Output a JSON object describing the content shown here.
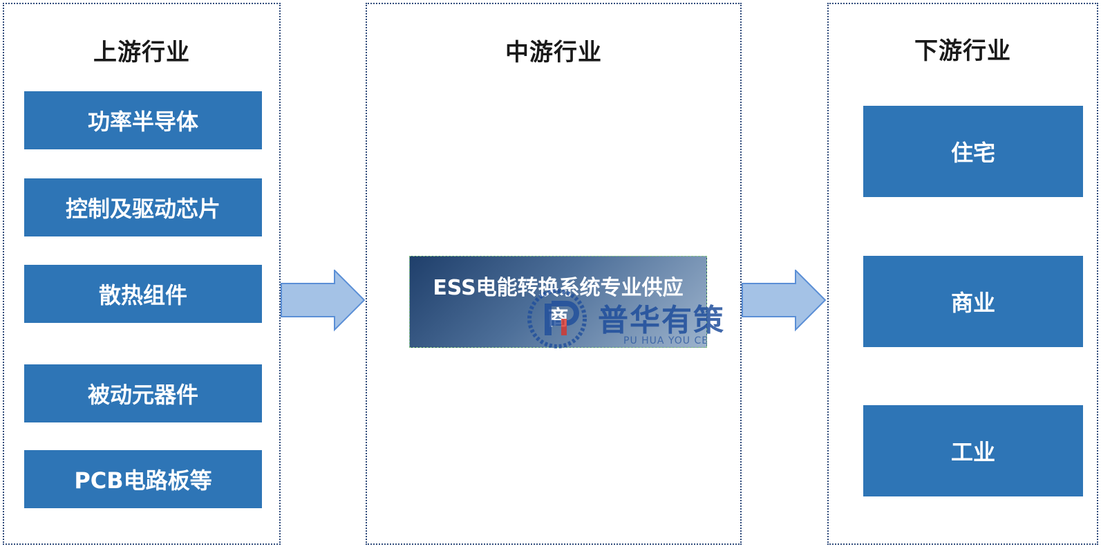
{
  "upstream": {
    "title": "上游行业",
    "items": [
      "功率半导体",
      "控制及驱动芯片",
      "散热组件",
      "被动元器件",
      "PCB电路板等"
    ]
  },
  "midstream": {
    "title": "中游行业",
    "box_text": "ESS电能转换系统专业供应商"
  },
  "downstream": {
    "title": "下游行业",
    "items": [
      "住宅",
      "商业",
      "工业"
    ]
  },
  "watermark": {
    "text": "普华有策",
    "sub": "PU HUA YOU CE"
  },
  "colors": {
    "box_blue": "#2e75b6",
    "arrow_fill": "#a4c2e6",
    "arrow_stroke": "#5b8fd6",
    "border": "#2f4a7a"
  }
}
